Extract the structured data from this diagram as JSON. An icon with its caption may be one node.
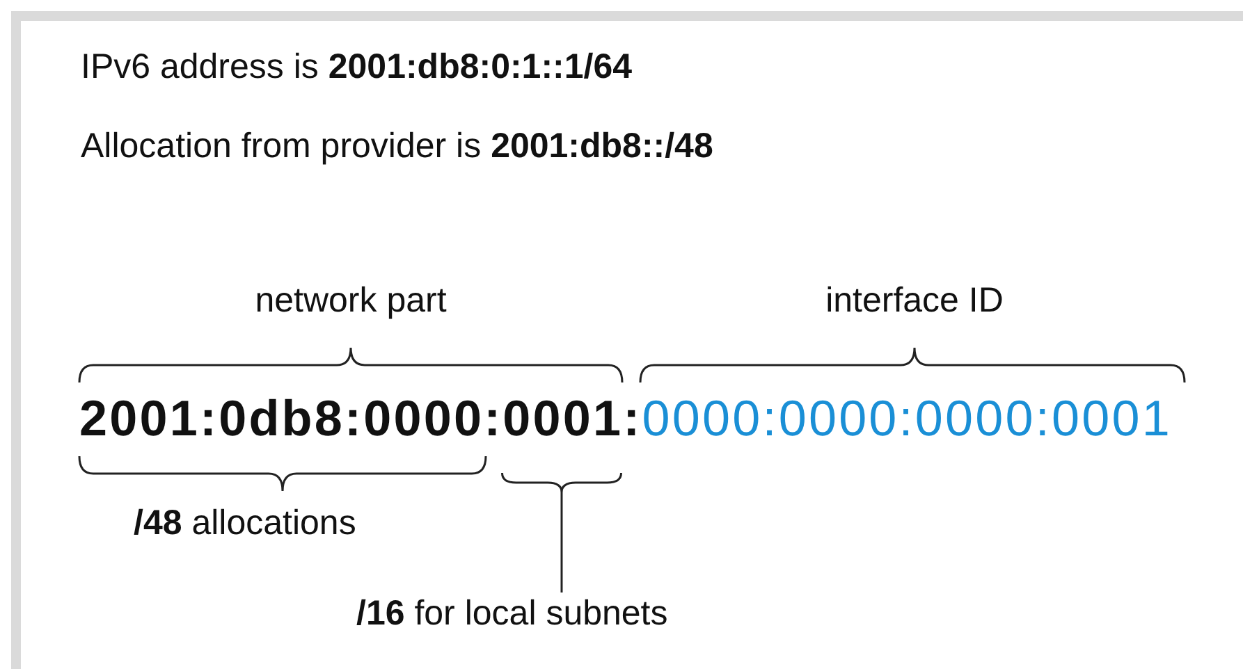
{
  "diagram": {
    "nodes": [
      {
        "text": [],
        "shape": "bracket"
      },
      {
        "text": [
          "**/16** for local subnets"
        ]
      }
    ],
    "edges": [
      {
        "from": 1,
        "to": 0,
        "arrow": "none"
      }
    ],
    "labels": [
      "IPv6 address is **2001:db8:0:1::1/64**",
      "Allocation from provider is **2001:db8::/48**",
      "network part",
      "interface ID",
      "2001:0db8:0000:0001:",
      "0000:0000:0000:0001",
      "**/48** allocations"
    ]
  }
}
